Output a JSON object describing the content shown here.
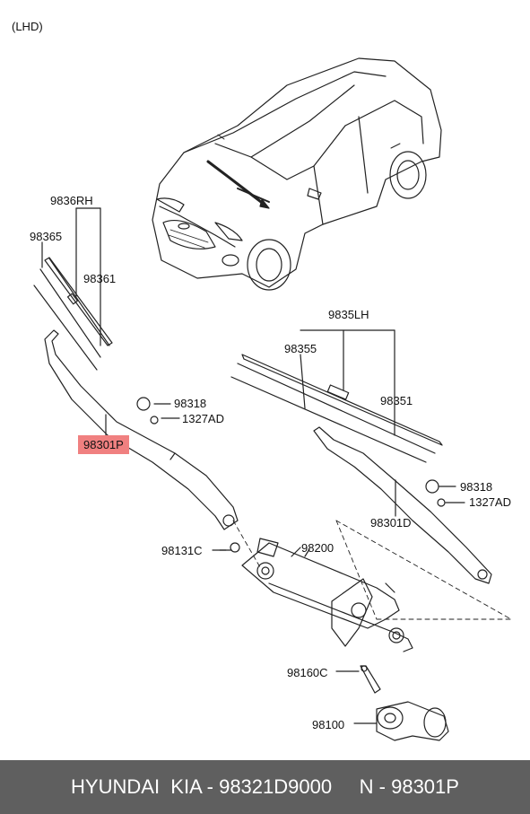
{
  "header": {
    "layout_note": "(LHD)"
  },
  "labels": {
    "rh_assy": "9836RH",
    "rh_insert": "98365",
    "rh_blade": "98361",
    "lh_assy": "9835LH",
    "lh_insert": "98355",
    "lh_blade": "98351",
    "rh_cap": "98318",
    "rh_nut": "1327AD",
    "rh_arm": "98301P",
    "lh_cap": "98318",
    "lh_nut": "1327AD",
    "lh_arm": "98301D",
    "pivot_nut": "98131C",
    "linkage": "98200",
    "bracket": "98160C",
    "motor": "98100"
  },
  "highlight_color": "#f08080",
  "footer": {
    "brand": "HYUNDAI  KIA - 98321D9000",
    "number": "N - 98301P",
    "background": "#5f5f5f"
  }
}
